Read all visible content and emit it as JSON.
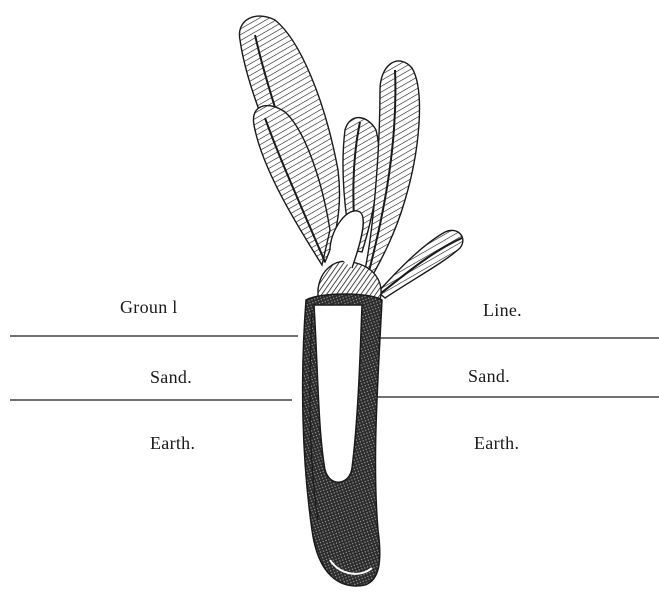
{
  "labels": {
    "ground_left": "Groun l",
    "ground_right": "Line.",
    "sand_left": "Sand.",
    "sand_right": "Sand.",
    "earth_left": "Earth.",
    "earth_right": "Earth."
  },
  "colors": {
    "ink": "#1a1a1a",
    "paper": "#ffffff"
  }
}
